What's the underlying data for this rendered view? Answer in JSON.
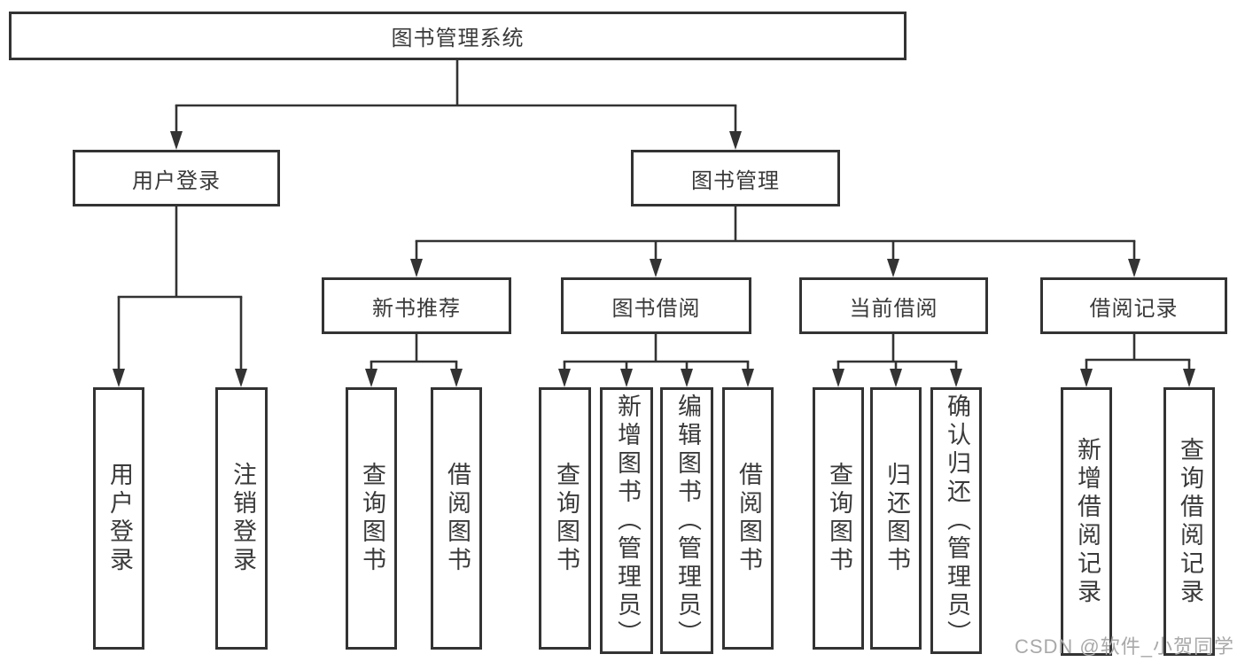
{
  "diagram": {
    "root": {
      "id": "root",
      "label": "图书管理系统",
      "children": [
        {
          "id": "login",
          "label": "用户登录",
          "children": [
            {
              "id": "login_user",
              "label": "用户登录"
            },
            {
              "id": "login_logout",
              "label": "注销登录"
            }
          ]
        },
        {
          "id": "mgmt",
          "label": "图书管理",
          "children": [
            {
              "id": "rec",
              "label": "新书推荐",
              "children": [
                {
                  "id": "rec_query",
                  "label": "查询图书"
                },
                {
                  "id": "rec_borrow",
                  "label": "借阅图书"
                }
              ]
            },
            {
              "id": "borrow",
              "label": "图书借阅",
              "children": [
                {
                  "id": "borrow_query",
                  "label": "查询图书"
                },
                {
                  "id": "borrow_add",
                  "label": "新增图书（管理员）"
                },
                {
                  "id": "borrow_edit",
                  "label": "编辑图书（管理员）"
                },
                {
                  "id": "borrow_borrow",
                  "label": "借阅图书"
                }
              ]
            },
            {
              "id": "current",
              "label": "当前借阅",
              "children": [
                {
                  "id": "cur_query",
                  "label": "查询图书"
                },
                {
                  "id": "cur_return",
                  "label": "归还图书"
                },
                {
                  "id": "cur_confirm",
                  "label": "确认归还（管理员）"
                }
              ]
            },
            {
              "id": "records",
              "label": "借阅记录",
              "children": [
                {
                  "id": "recd_add",
                  "label": "新增借阅记录"
                },
                {
                  "id": "recd_query",
                  "label": "查询借阅记录"
                }
              ]
            }
          ]
        }
      ]
    }
  },
  "watermark": "CSDN @软件_小贺同学",
  "colors": {
    "line": "#333333",
    "text": "#3a3a3a",
    "watermark": "#a9a9a9",
    "background": "#ffffff"
  }
}
